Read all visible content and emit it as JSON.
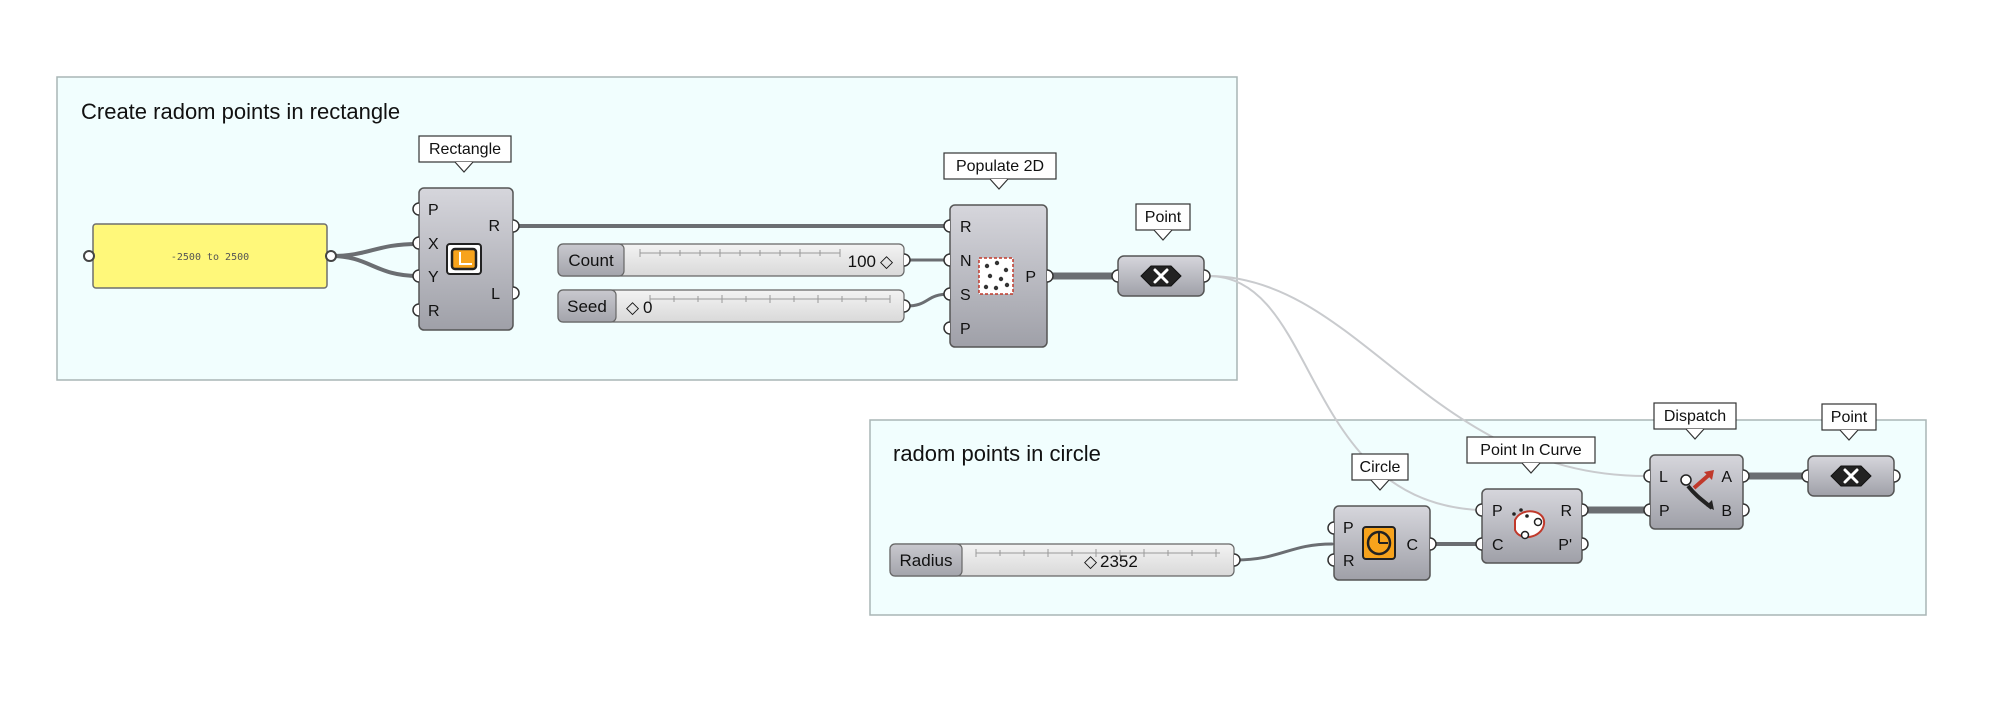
{
  "groups": {
    "rect": {
      "title": "Create radom points in rectangle"
    },
    "circle": {
      "title": "radom points in circle"
    }
  },
  "panel": {
    "text": "-2500 to 2500",
    "color": "#fff87a"
  },
  "components": {
    "rectangle": {
      "tag": "Rectangle",
      "inputs": [
        "P",
        "X",
        "Y",
        "R"
      ],
      "outputs": [
        "R",
        "L"
      ]
    },
    "populate": {
      "tag": "Populate 2D",
      "inputs": [
        "R",
        "N",
        "S",
        "P"
      ],
      "outputs": [
        "P"
      ]
    },
    "point1": {
      "tag": "Point"
    },
    "circle": {
      "tag": "Circle",
      "inputs": [
        "P",
        "R"
      ],
      "outputs": [
        "C"
      ]
    },
    "pointInCurve": {
      "tag": "Point In Curve",
      "inputs": [
        "P",
        "C"
      ],
      "outputs": [
        "R",
        "P'"
      ]
    },
    "dispatch": {
      "tag": "Dispatch",
      "inputs": [
        "L",
        "P"
      ],
      "outputs": [
        "A",
        "B"
      ]
    },
    "point2": {
      "tag": "Point"
    }
  },
  "sliders": {
    "count": {
      "label": "Count",
      "value": "100",
      "marker": "◇"
    },
    "seed": {
      "label": "Seed",
      "value": "0",
      "marker": "◇"
    },
    "radius": {
      "label": "Radius",
      "value": "2352",
      "marker": "◇"
    }
  },
  "colors": {
    "group_fill": "#f1fefe",
    "group_border": "#a9b5b5",
    "component_body": "#b4b4bc",
    "icon_orange": "#f7a31c",
    "wire_dark": "#6b6e72"
  }
}
